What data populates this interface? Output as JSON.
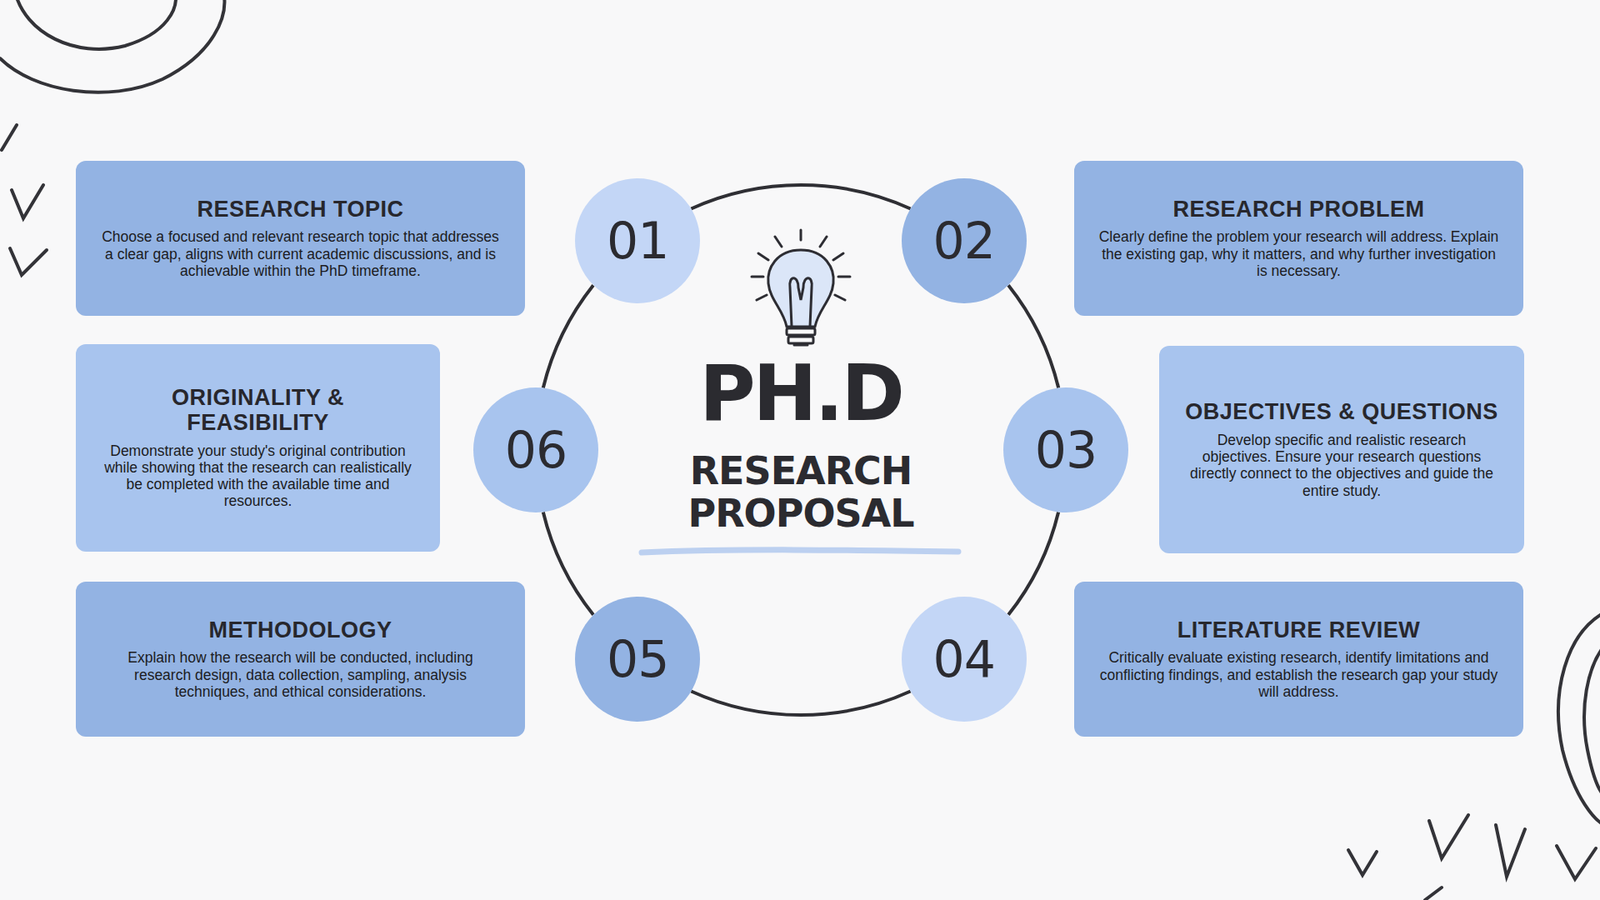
{
  "diagram": {
    "title": "PH.D",
    "nodes": [
      {
        "text": [
          "RESEARCH TOPIC",
          "Choose a focused and relevant research topic that addresses a clear gap, aligns with current academic discussions, and is achievable within the PhD timeframe."
        ]
      },
      {
        "text": [
          "01"
        ]
      },
      {
        "text": [
          "02"
        ]
      },
      {
        "text": [
          "RESEARCH PROBLEM",
          "Clearly define the problem your research will address. Explain the existing gap, why it matters, and why further investigation is necessary."
        ]
      },
      {
        "text": [
          "ORIGINALITY & FEASIBILITY",
          "Demonstrate your study's original contribution while showing that the research can realistically be completed with the available time and resources."
        ]
      },
      {
        "text": [
          "06"
        ]
      },
      {
        "text": [
          "03"
        ]
      },
      {
        "text": [
          "OBJECTIVES & QUESTIONS",
          "Develop specific and realistic research objectives. Ensure your research questions directly connect to the objectives and guide the entire study."
        ]
      },
      {
        "text": [
          "METHODOLOGY",
          "Explain how the research will be conducted, including research design, data collection, sampling, analysis techniques, and ethical considerations."
        ]
      },
      {
        "text": [
          "05"
        ]
      },
      {
        "text": [
          "04"
        ]
      },
      {
        "text": [
          "LITERATURE REVIEW",
          "Critically evaluate existing research, identify limitations and conflicting findings, and establish the research gap your study will address."
        ]
      }
    ],
    "edges": [
      {
        "from": 1,
        "to": 2,
        "arrow": "none"
      },
      {
        "from": 2,
        "to": 6,
        "arrow": "none"
      },
      {
        "from": 6,
        "to": 10,
        "arrow": "none"
      },
      {
        "from": 10,
        "to": 9,
        "arrow": "none"
      },
      {
        "from": 9,
        "to": 5,
        "arrow": "none"
      },
      {
        "from": 5,
        "to": 1,
        "arrow": "none"
      }
    ],
    "labels": [
      "RESEARCH PROPOSAL"
    ]
  }
}
